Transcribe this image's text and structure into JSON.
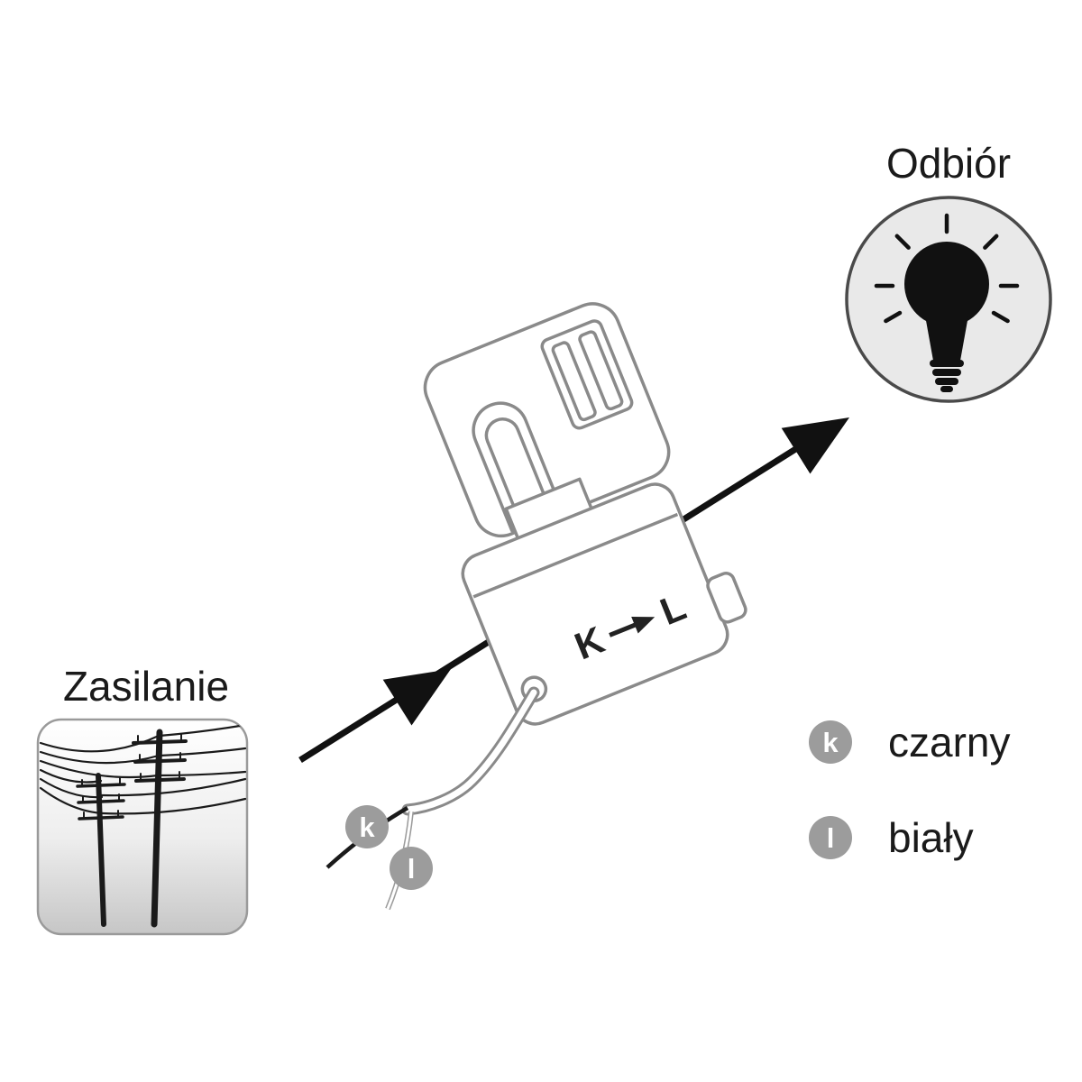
{
  "diagram": {
    "supply": {
      "label": "Zasilanie"
    },
    "load": {
      "label": "Odbiór"
    },
    "clamp": {
      "k_terminal": "K",
      "l_terminal": "L"
    },
    "wire_markers": [
      {
        "letter": "k"
      },
      {
        "letter": "l"
      }
    ],
    "legend": [
      {
        "letter": "k",
        "color_label": "czarny"
      },
      {
        "letter": "l",
        "color_label": "biały"
      }
    ],
    "colors": {
      "marker_gray": "#9c9c9c",
      "outline_gray": "#8a8a8a",
      "ink_black": "#1a1a1a",
      "bulb_badge_fill": "#e9e9e9"
    }
  }
}
